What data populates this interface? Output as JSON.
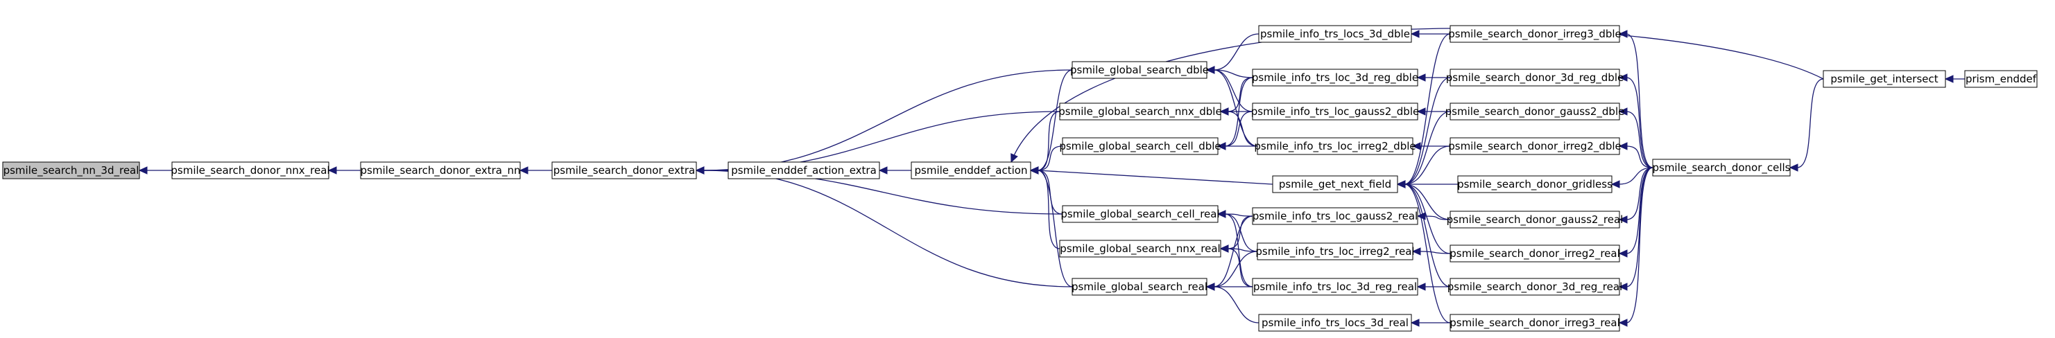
{
  "diagram": {
    "nodes": [
      {
        "id": "nn3d",
        "label": "psmile_search_nn_3d_real",
        "root": true
      },
      {
        "id": "dnnxr",
        "label": "psmile_search_donor_nnx_real"
      },
      {
        "id": "dxnn",
        "label": "psmile_search_donor_extra_nn"
      },
      {
        "id": "dx",
        "label": "psmile_search_donor_extra"
      },
      {
        "id": "eax",
        "label": "psmile_enddef_action_extra"
      },
      {
        "id": "ea",
        "label": "psmile_enddef_action"
      },
      {
        "id": "gsd",
        "label": "psmile_global_search_dble"
      },
      {
        "id": "gsnd",
        "label": "psmile_global_search_nnx_dble"
      },
      {
        "id": "gscd",
        "label": "psmile_global_search_cell_dble"
      },
      {
        "id": "gscr",
        "label": "psmile_global_search_cell_real"
      },
      {
        "id": "gsnr",
        "label": "psmile_global_search_nnx_real"
      },
      {
        "id": "gsr",
        "label": "psmile_global_search_real"
      },
      {
        "id": "itl3dd",
        "label": "psmile_info_trs_locs_3d_dble"
      },
      {
        "id": "itl3rd",
        "label": "psmile_info_trs_loc_3d_reg_dble"
      },
      {
        "id": "itlg2d",
        "label": "psmile_info_trs_loc_gauss2_dble"
      },
      {
        "id": "itli2d",
        "label": "psmile_info_trs_loc_irreg2_dble"
      },
      {
        "id": "gnf",
        "label": "psmile_get_next_field"
      },
      {
        "id": "itlg2r",
        "label": "psmile_info_trs_loc_gauss2_real"
      },
      {
        "id": "itli2r",
        "label": "psmile_info_trs_loc_irreg2_real"
      },
      {
        "id": "itl3rr",
        "label": "psmile_info_trs_loc_3d_reg_real"
      },
      {
        "id": "itl3dr",
        "label": "psmile_info_trs_locs_3d_real"
      },
      {
        "id": "sdi3d",
        "label": "psmile_search_donor_irreg3_dble"
      },
      {
        "id": "sd3rd",
        "label": "psmile_search_donor_3d_reg_dble"
      },
      {
        "id": "sdg2d",
        "label": "psmile_search_donor_gauss2_dble"
      },
      {
        "id": "sdi2d",
        "label": "psmile_search_donor_irreg2_dble"
      },
      {
        "id": "sdgl",
        "label": "psmile_search_donor_gridless"
      },
      {
        "id": "sdg2r",
        "label": "psmile_search_donor_gauss2_real"
      },
      {
        "id": "sdi2r",
        "label": "psmile_search_donor_irreg2_real"
      },
      {
        "id": "sd3rr",
        "label": "psmile_search_donor_3d_reg_real"
      },
      {
        "id": "sdi3r",
        "label": "psmile_search_donor_irreg3_real"
      },
      {
        "id": "sdc",
        "label": "psmile_search_donor_cells"
      },
      {
        "id": "gi",
        "label": "psmile_get_intersect"
      },
      {
        "id": "pe",
        "label": "prism_enddef"
      }
    ],
    "edges": [
      [
        "dnnxr",
        "nn3d"
      ],
      [
        "dxnn",
        "dnnxr"
      ],
      [
        "dx",
        "dxnn"
      ],
      [
        "eax",
        "dx"
      ],
      [
        "gsd",
        "dx"
      ],
      [
        "gsnd",
        "dx"
      ],
      [
        "gscr",
        "dx"
      ],
      [
        "gsr",
        "dx"
      ],
      [
        "ea",
        "eax"
      ],
      [
        "gsd",
        "ea"
      ],
      [
        "gsnd",
        "ea"
      ],
      [
        "gscd",
        "ea"
      ],
      [
        "gnf",
        "ea"
      ],
      [
        "gscr",
        "ea"
      ],
      [
        "gsnr",
        "ea"
      ],
      [
        "gsr",
        "ea"
      ],
      [
        "gi",
        "ea"
      ],
      [
        "itl3dd",
        "gsd"
      ],
      [
        "itl3rd",
        "gsd"
      ],
      [
        "itlg2d",
        "gsd"
      ],
      [
        "itli2d",
        "gsd"
      ],
      [
        "itl3rd",
        "gsnd"
      ],
      [
        "itlg2d",
        "gsnd"
      ],
      [
        "itli2d",
        "gsnd"
      ],
      [
        "itl3rd",
        "gscd"
      ],
      [
        "itlg2d",
        "gscd"
      ],
      [
        "itli2d",
        "gscd"
      ],
      [
        "itlg2r",
        "gscr"
      ],
      [
        "itli2r",
        "gscr"
      ],
      [
        "itl3rr",
        "gscr"
      ],
      [
        "itlg2r",
        "gsnr"
      ],
      [
        "itli2r",
        "gsnr"
      ],
      [
        "itl3rr",
        "gsnr"
      ],
      [
        "itl3rr",
        "gsr"
      ],
      [
        "itlg2r",
        "gsr"
      ],
      [
        "itli2r",
        "gsr"
      ],
      [
        "itl3dr",
        "gsr"
      ],
      [
        "sdi3d",
        "itl3dd"
      ],
      [
        "sd3rd",
        "itl3rd"
      ],
      [
        "sdg2d",
        "itlg2d"
      ],
      [
        "sdi2d",
        "itli2d"
      ],
      [
        "sdg2r",
        "itlg2r"
      ],
      [
        "sdi2r",
        "itli2r"
      ],
      [
        "sd3rr",
        "itl3rr"
      ],
      [
        "sdi3r",
        "itl3dr"
      ],
      [
        "sdi3d",
        "gnf"
      ],
      [
        "sd3rd",
        "gnf"
      ],
      [
        "sdg2d",
        "gnf"
      ],
      [
        "sdi2d",
        "gnf"
      ],
      [
        "sdgl",
        "gnf"
      ],
      [
        "sdg2r",
        "gnf"
      ],
      [
        "sdi2r",
        "gnf"
      ],
      [
        "sd3rr",
        "gnf"
      ],
      [
        "sdi3r",
        "gnf"
      ],
      [
        "sdc",
        "sdi3d"
      ],
      [
        "sdc",
        "sd3rd"
      ],
      [
        "sdc",
        "sdg2d"
      ],
      [
        "sdc",
        "sdi2d"
      ],
      [
        "sdc",
        "sdgl"
      ],
      [
        "sdc",
        "sdg2r"
      ],
      [
        "sdc",
        "sdi2r"
      ],
      [
        "sdc",
        "sd3rr"
      ],
      [
        "sdc",
        "sdi3r"
      ],
      [
        "gi",
        "sdc"
      ],
      [
        "pe",
        "gi"
      ]
    ]
  }
}
